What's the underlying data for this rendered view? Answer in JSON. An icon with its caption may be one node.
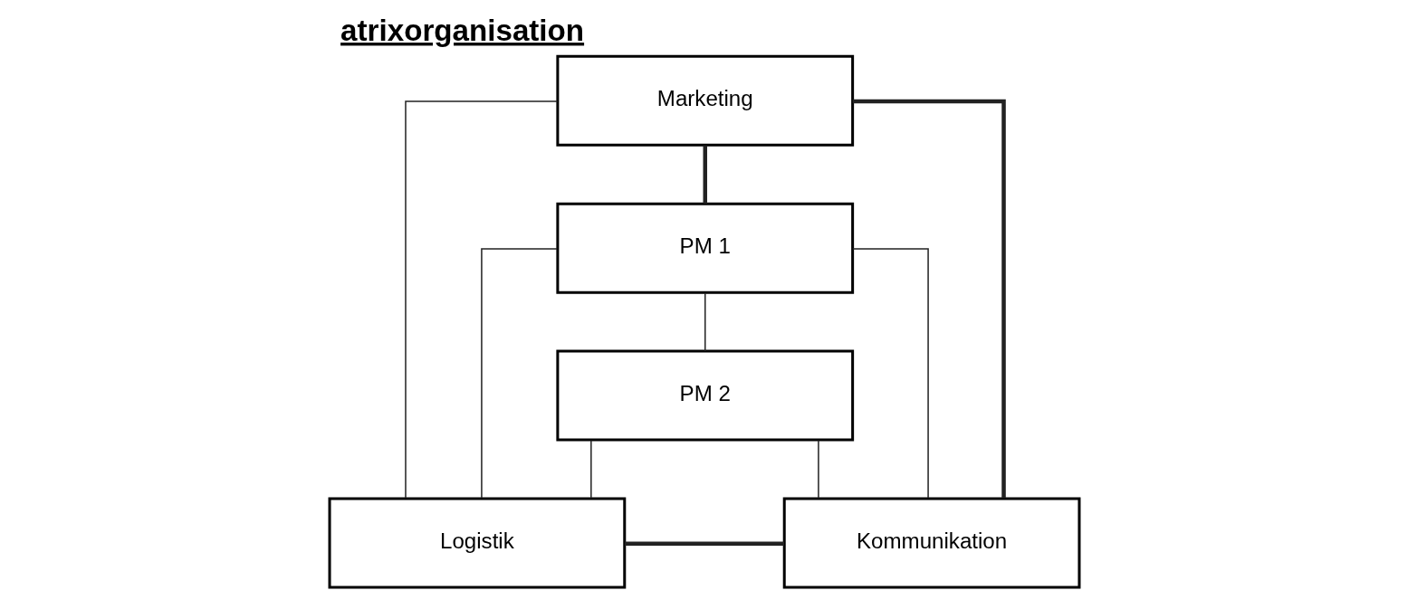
{
  "diagram": {
    "title": "atrixorganisation",
    "nodes": [
      {
        "text": [
          "Marketing"
        ]
      },
      {
        "text": [
          "Logistik"
        ]
      },
      {
        "text": [
          "Kommunikation"
        ]
      },
      {
        "text": [
          "PM 1"
        ]
      },
      {
        "text": [
          "PM 2"
        ]
      }
    ],
    "edges": [
      {
        "from": 0,
        "to": 3,
        "arrow": "none",
        "style": "thick"
      },
      {
        "from": 0,
        "to": 1,
        "arrow": "none"
      },
      {
        "from": 0,
        "to": 2,
        "arrow": "none",
        "style": "thick"
      },
      {
        "from": 1,
        "to": 2,
        "arrow": "none",
        "style": "thick"
      },
      {
        "from": 3,
        "to": 4,
        "arrow": "none"
      },
      {
        "from": 3,
        "to": 1,
        "arrow": "none"
      },
      {
        "from": 3,
        "to": 2,
        "arrow": "none"
      },
      {
        "from": 4,
        "to": 1,
        "arrow": "none"
      },
      {
        "from": 4,
        "to": 2,
        "arrow": "none"
      }
    ]
  }
}
